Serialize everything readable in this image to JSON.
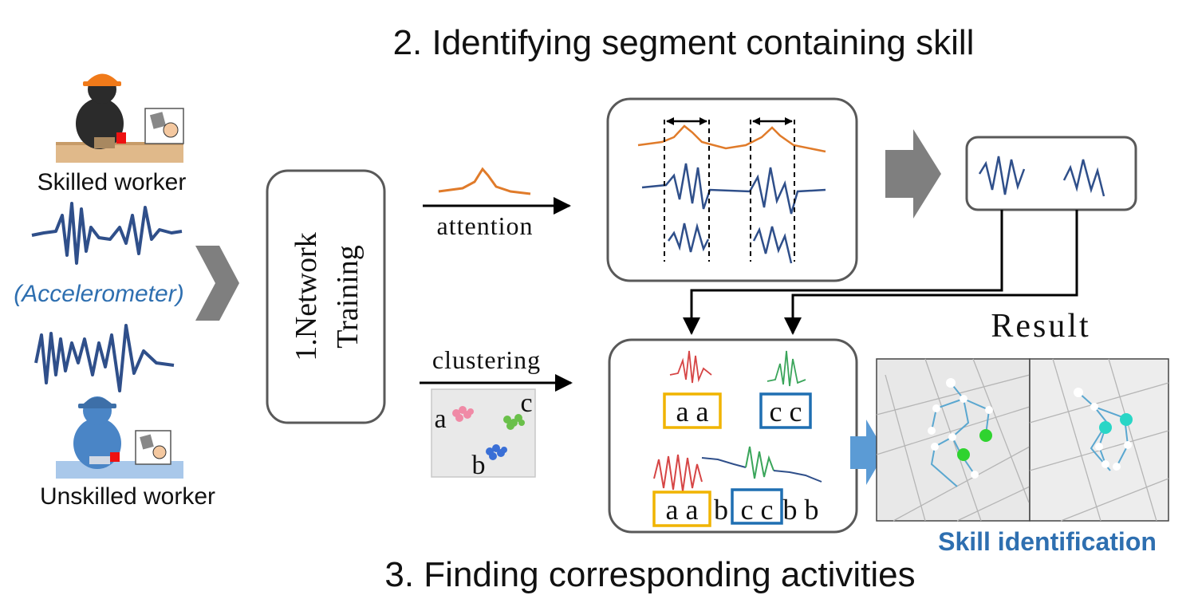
{
  "headings": {
    "step2": "2. Identifying segment containing skill",
    "step3": "3. Finding corresponding activities"
  },
  "workers": {
    "skilled": "Skilled worker",
    "sensor": "(Accelerometer)",
    "unskilled": "Unskilled worker"
  },
  "network": {
    "line1": "1.Network",
    "line2": "Training"
  },
  "branches": {
    "attention": "attention",
    "clustering": "clustering"
  },
  "cluster_plot": {
    "labels": [
      "a",
      "b",
      "c"
    ]
  },
  "matching": {
    "top_left": "a a",
    "top_right": "c c",
    "sequence": [
      "a a",
      "b",
      "c c",
      "b b"
    ]
  },
  "result_label": "Result",
  "skill_label": "Skill identification",
  "colors": {
    "box_border": "#595959",
    "orange": "#e07b2a",
    "navy_wave": "#2f4f8a",
    "cluster_yellow": "#f0b400",
    "cluster_blue": "#1f6fb2",
    "arrow_gray": "#7f7f7f",
    "skill_text": "#2e6fb0",
    "accent_blue": "#5b9bd5"
  }
}
